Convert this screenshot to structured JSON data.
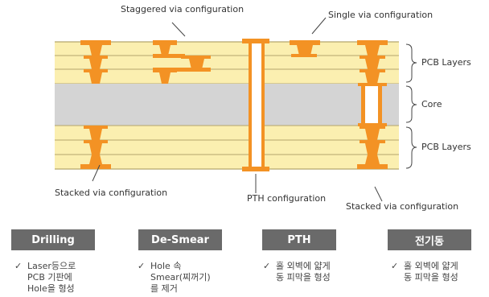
{
  "labels": {
    "staggered": "Staggered  via configuration",
    "single": "Single   via configuration",
    "stacked_left": "Stacked   via configuration",
    "pth_config": "PTH configuration",
    "stacked_right": "Stacked   via configuration",
    "pcb_layers_top": "PCB Layers",
    "core": "Core",
    "pcb_layers_bottom": "PCB Layers"
  },
  "colors": {
    "layer": "#fbefb0",
    "layer_line": "#b5a66c",
    "core": "#d4d4d4",
    "copper": "#f39224",
    "arrow": "#d6d6d6",
    "step": "#6a6a6a"
  },
  "steps": [
    {
      "label": "Drilling",
      "notes": [
        "Laser등으로",
        "PCB 기판에",
        "Hole을 형성"
      ]
    },
    {
      "label": "De-Smear",
      "notes": [
        "Hole 속",
        "Smear(찌꺼기)",
        "를 제거"
      ]
    },
    {
      "label": "PTH",
      "notes": [
        "홀 외벽에 얇게",
        "동 피막을 형성"
      ]
    },
    {
      "label": "전기동",
      "notes": [
        "홀 외벽에 얇게",
        "동 피막을 형성"
      ]
    }
  ],
  "check_mark": "✓"
}
